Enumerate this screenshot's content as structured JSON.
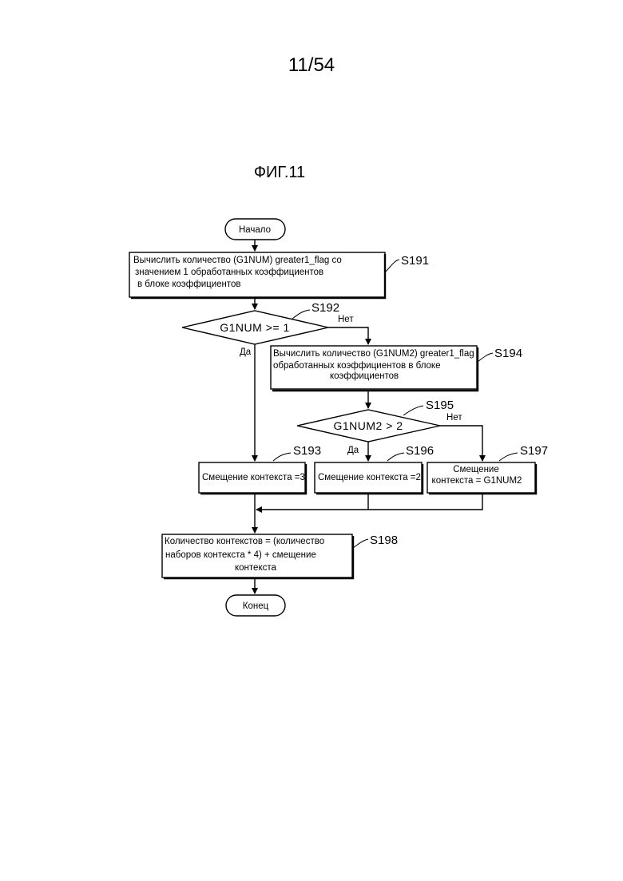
{
  "page_number": "11/54",
  "figure_title": "ФИГ.11",
  "nodes": {
    "start": "Начало",
    "end": "Конец",
    "s191": {
      "id": "S191",
      "lines": [
        "Вычислить количество (G1NUM) greater1_flag со",
        "значением 1 обработанных коэффициентов",
        "в блоке коэффициентов"
      ]
    },
    "s192": {
      "id": "S192",
      "text": "G1NUM >= 1"
    },
    "s193": {
      "id": "S193",
      "text": "Смещение контекста =3"
    },
    "s194": {
      "id": "S194",
      "lines": [
        "Вычислить количество (G1NUM2) greater1_flag",
        "обработанных коэффициентов в блоке",
        "коэффициентов"
      ]
    },
    "s195": {
      "id": "S195",
      "text": "G1NUM2 > 2"
    },
    "s196": {
      "id": "S196",
      "text": "Смещение контекста =2"
    },
    "s197": {
      "id": "S197",
      "lines": [
        "Смещение",
        "контекста = G1NUM2"
      ]
    },
    "s198": {
      "id": "S198",
      "lines": [
        "Количество контекстов = (количество",
        "наборов контекста * 4) + смещение",
        "контекста"
      ]
    }
  },
  "labels": {
    "yes": "Да",
    "no": "Нет"
  }
}
